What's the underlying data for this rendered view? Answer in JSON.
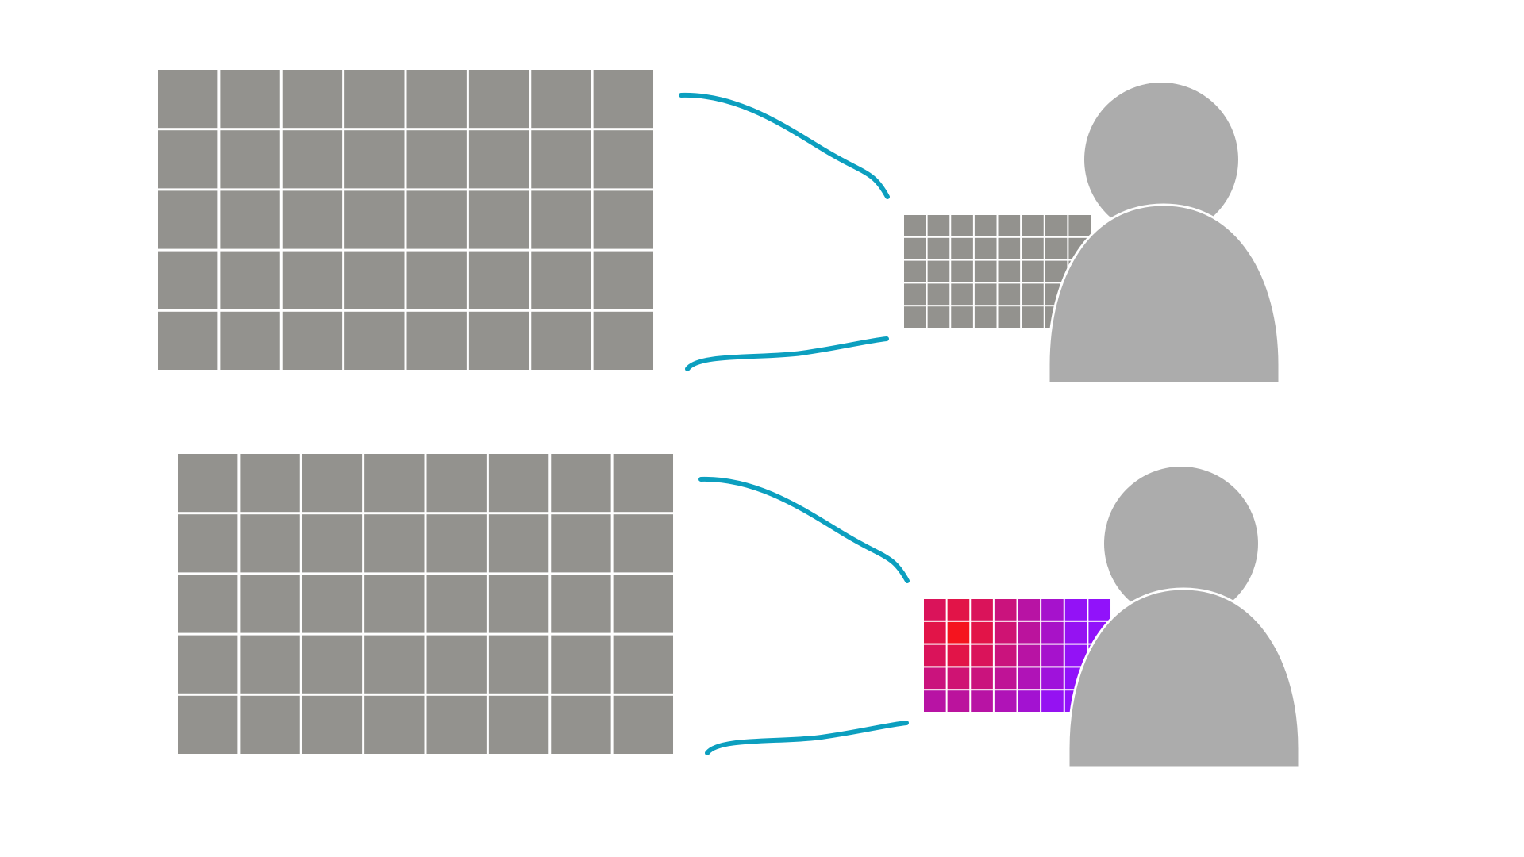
{
  "diagram": {
    "panels": [
      {
        "id": "top",
        "large_grid": {
          "rows": 5,
          "cols": 8,
          "fill": "#93928e"
        },
        "small_grid": {
          "rows": 5,
          "cols": 8,
          "style": "uniform",
          "fill": "#93928e"
        },
        "connector_color": "#0c9fbf",
        "person_color": "#acacac"
      },
      {
        "id": "bottom",
        "large_grid": {
          "rows": 5,
          "cols": 8,
          "fill": "#93928e"
        },
        "small_grid": {
          "rows": 5,
          "cols": 8,
          "style": "heatmap",
          "hot_color": "#f5141e",
          "cool_color": "#9112fa",
          "hot_cell": [
            1,
            1
          ]
        },
        "connector_color": "#0c9fbf",
        "person_color": "#acacac"
      }
    ]
  }
}
